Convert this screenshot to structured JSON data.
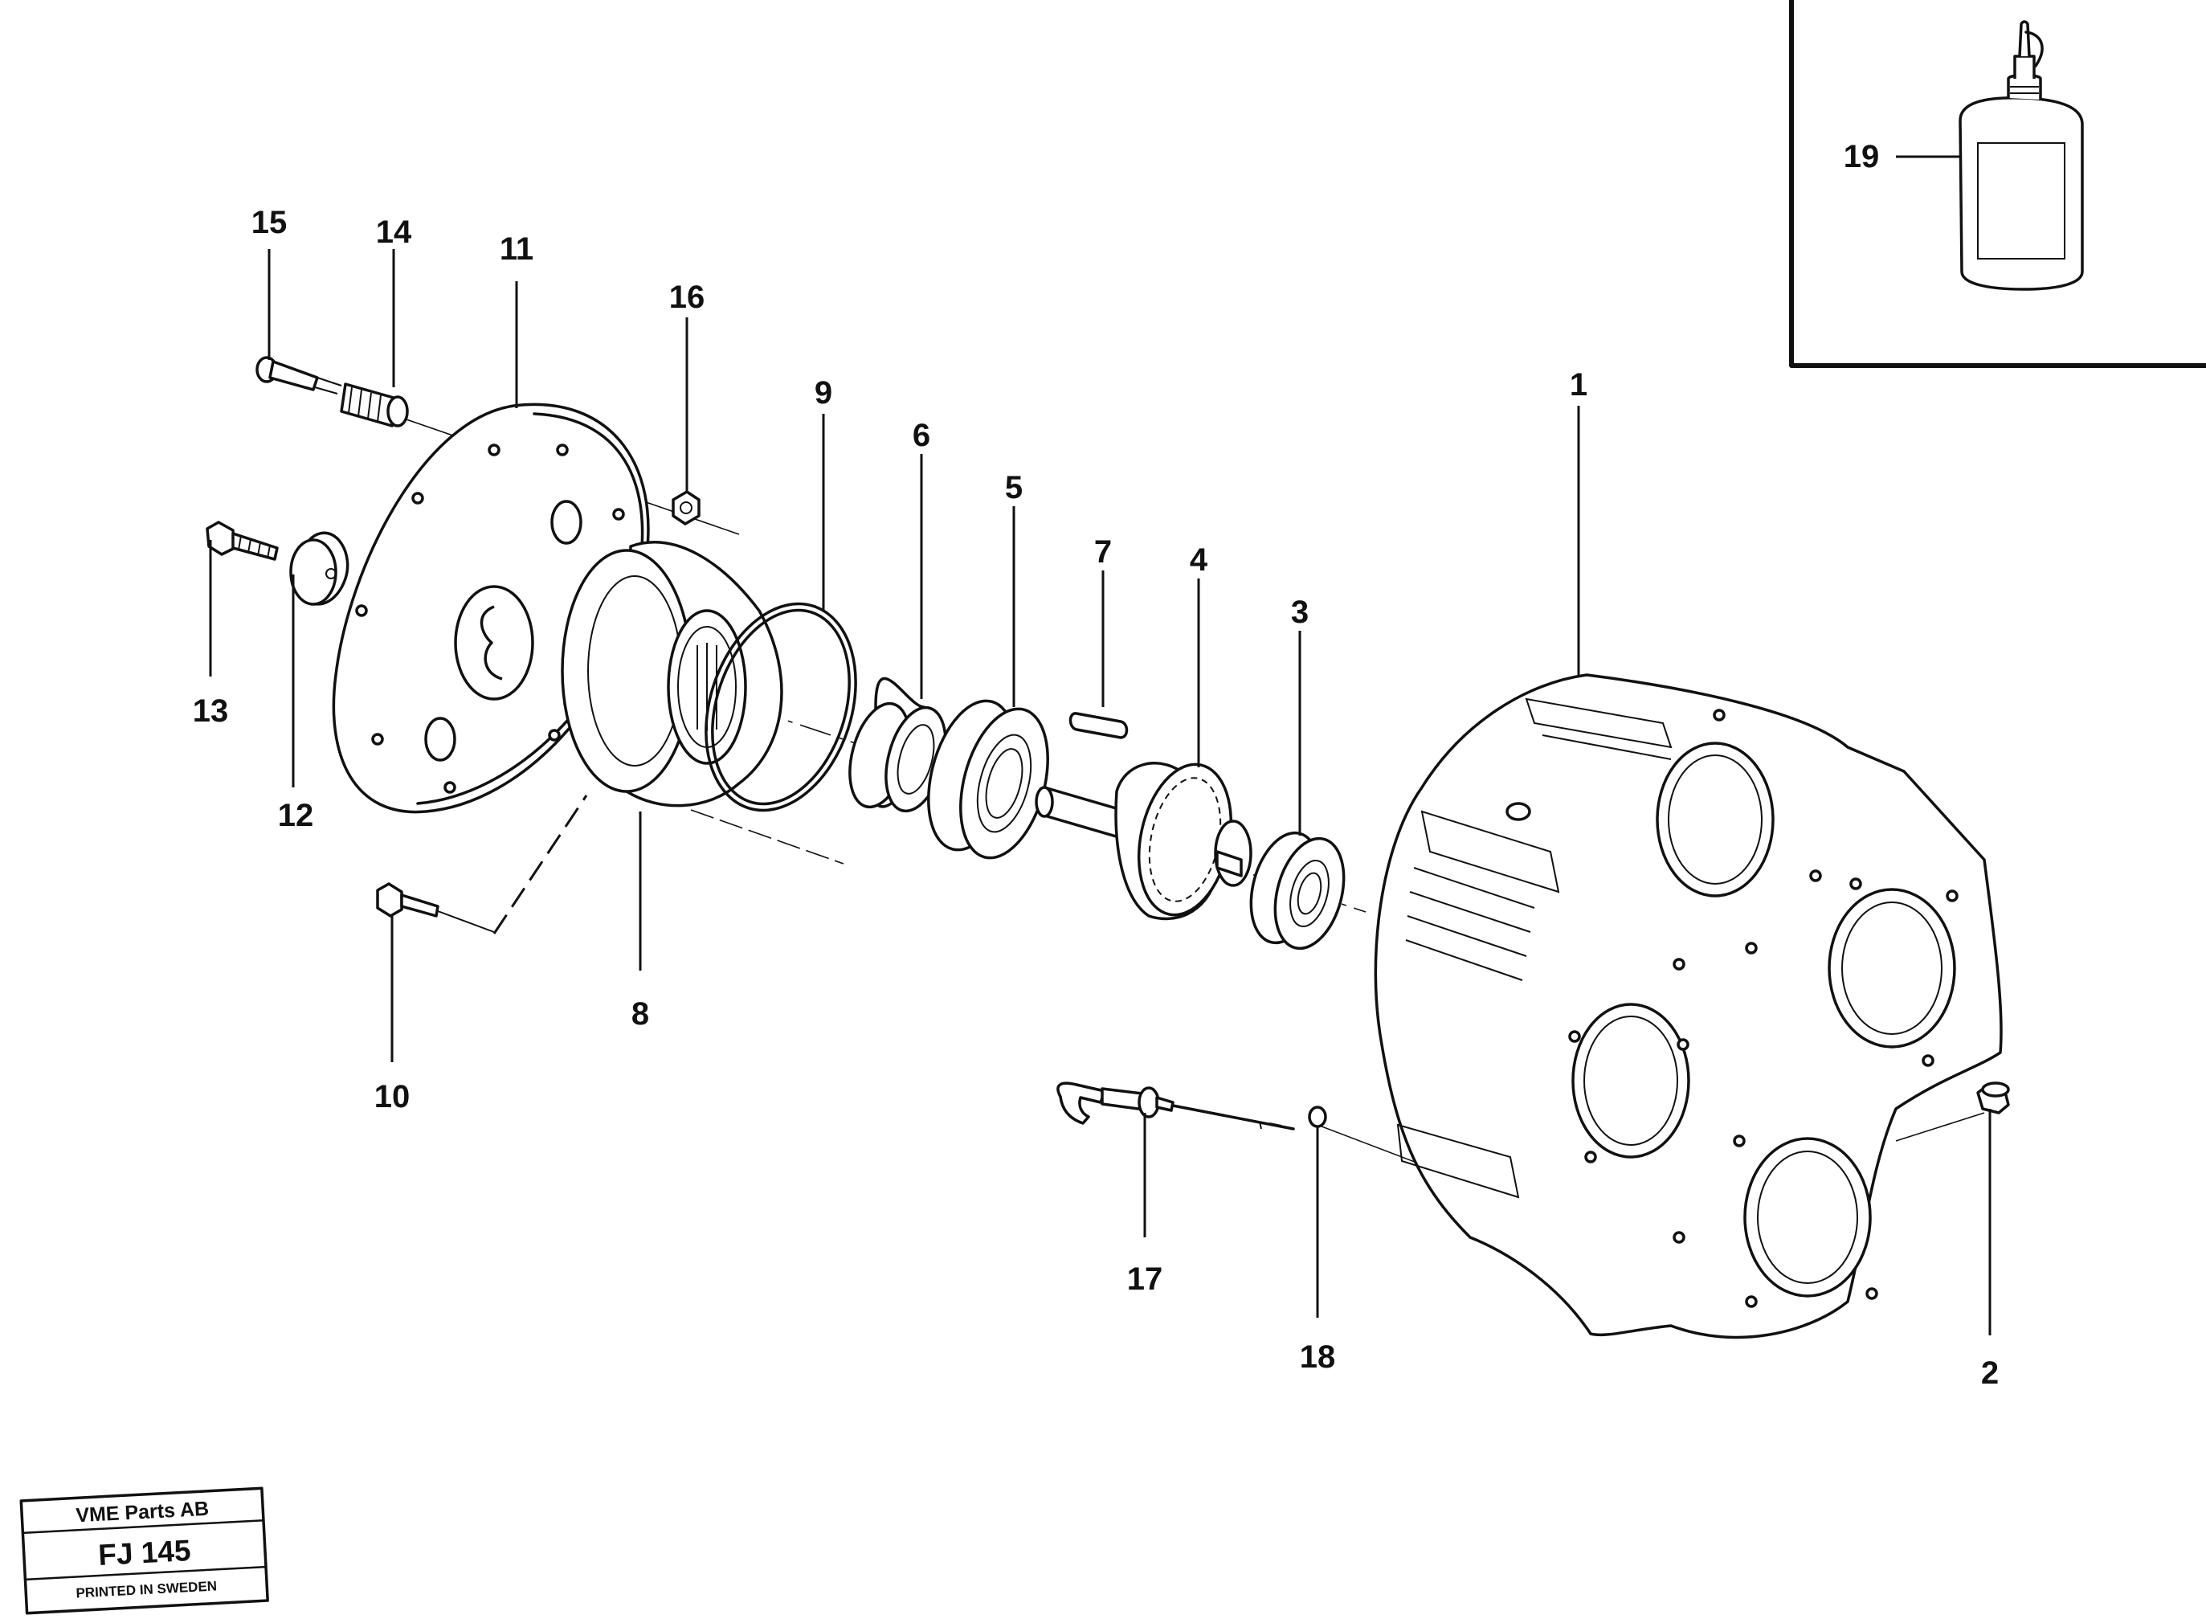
{
  "callouts": [
    {
      "id": "1",
      "label": "1"
    },
    {
      "id": "2",
      "label": "2"
    },
    {
      "id": "3",
      "label": "3"
    },
    {
      "id": "4",
      "label": "4"
    },
    {
      "id": "5",
      "label": "5"
    },
    {
      "id": "6",
      "label": "6"
    },
    {
      "id": "7",
      "label": "7"
    },
    {
      "id": "8",
      "label": "8"
    },
    {
      "id": "9",
      "label": "9"
    },
    {
      "id": "10",
      "label": "10"
    },
    {
      "id": "11",
      "label": "11"
    },
    {
      "id": "12",
      "label": "12"
    },
    {
      "id": "13",
      "label": "13"
    },
    {
      "id": "14",
      "label": "14"
    },
    {
      "id": "15",
      "label": "15"
    },
    {
      "id": "16",
      "label": "16"
    },
    {
      "id": "17",
      "label": "17"
    },
    {
      "id": "18",
      "label": "18"
    },
    {
      "id": "19",
      "label": "19"
    }
  ],
  "stamp": {
    "company": "VME Parts AB",
    "code": "FJ 145",
    "printed": "PRINTED IN SWEDEN"
  }
}
